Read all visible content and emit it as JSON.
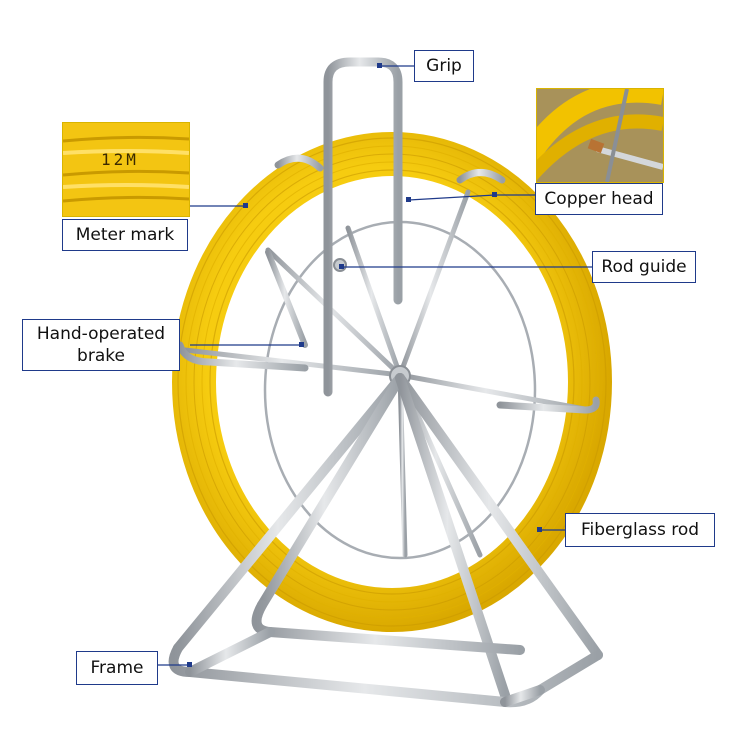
{
  "labels": {
    "grip": "Grip",
    "copper_head": "Copper head",
    "meter_mark": "Meter mark",
    "rod_guide": "Rod guide",
    "hand_brake_line1": "Hand-operated",
    "hand_brake_line2": "brake",
    "fiberglass_rod": "Fiberglass rod",
    "frame": "Frame"
  },
  "insets": {
    "meter_mark_text": "12M"
  },
  "colors": {
    "label_border": "#1f3a8a",
    "rod_yellow": "#f2c200",
    "frame_steel": "#b8bcc2"
  }
}
